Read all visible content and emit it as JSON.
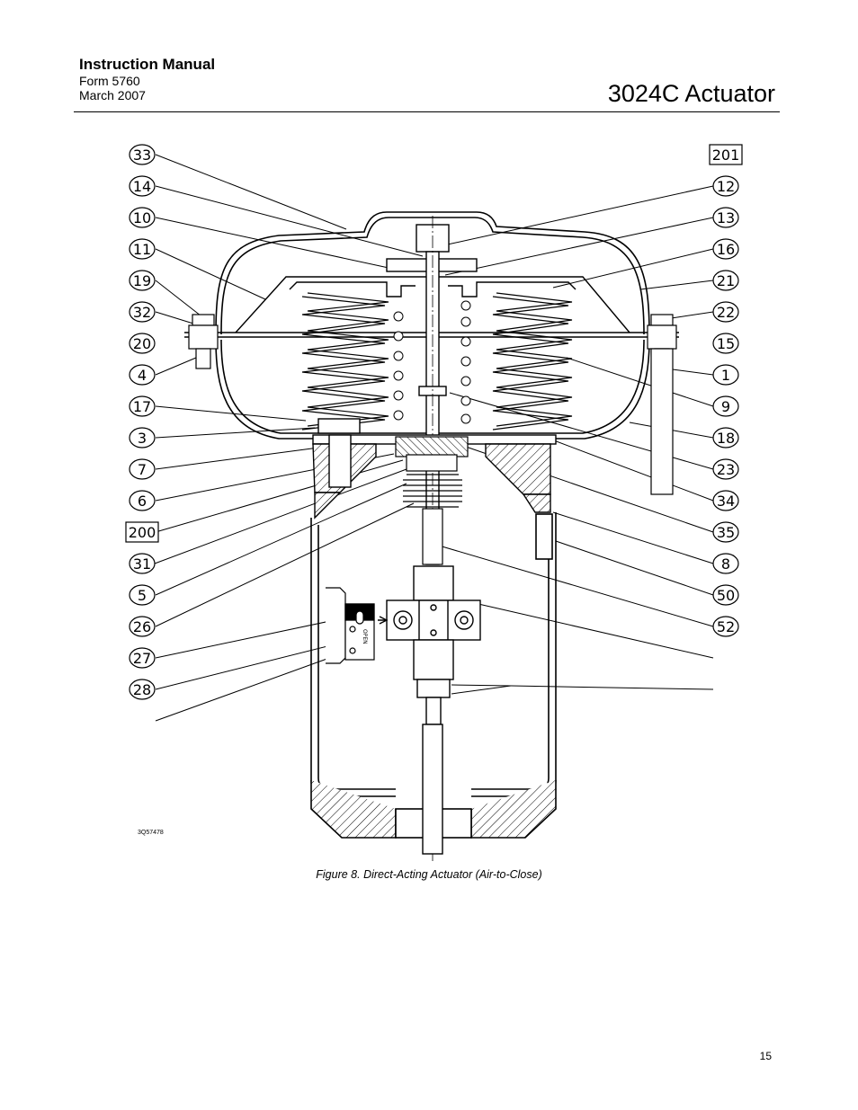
{
  "header": {
    "manual_title": "Instruction Manual",
    "form_number": "Form 5760",
    "date": "March 2007",
    "document_title": "3024C Actuator"
  },
  "figure": {
    "left_callouts": [
      {
        "label": "33",
        "boxed": false
      },
      {
        "label": "14",
        "boxed": false
      },
      {
        "label": "10",
        "boxed": false
      },
      {
        "label": "11",
        "boxed": false
      },
      {
        "label": "19",
        "boxed": false
      },
      {
        "label": "32",
        "boxed": false
      },
      {
        "label": "20",
        "boxed": false
      },
      {
        "label": "4",
        "boxed": false
      },
      {
        "label": "17",
        "boxed": false
      },
      {
        "label": "3",
        "boxed": false
      },
      {
        "label": "7",
        "boxed": false
      },
      {
        "label": "6",
        "boxed": false
      },
      {
        "label": "200",
        "boxed": true
      },
      {
        "label": "31",
        "boxed": false
      },
      {
        "label": "5",
        "boxed": false
      },
      {
        "label": "26",
        "boxed": false
      },
      {
        "label": "27",
        "boxed": false
      },
      {
        "label": "28",
        "boxed": false
      }
    ],
    "right_callouts": [
      {
        "label": "201",
        "boxed": true
      },
      {
        "label": "12",
        "boxed": false
      },
      {
        "label": "13",
        "boxed": false
      },
      {
        "label": "16",
        "boxed": false
      },
      {
        "label": "21",
        "boxed": false
      },
      {
        "label": "22",
        "boxed": false
      },
      {
        "label": "15",
        "boxed": false
      },
      {
        "label": "1",
        "boxed": false
      },
      {
        "label": "9",
        "boxed": false
      },
      {
        "label": "18",
        "boxed": false
      },
      {
        "label": "23",
        "boxed": false
      },
      {
        "label": "34",
        "boxed": false
      },
      {
        "label": "35",
        "boxed": false
      },
      {
        "label": "8",
        "boxed": false
      },
      {
        "label": "50",
        "boxed": false
      },
      {
        "label": "52",
        "boxed": false
      }
    ],
    "plate_text": "OPEN",
    "drawing_number": "3Q57478",
    "caption": "Figure 8. Direct-Acting Actuator (Air-to-Close)"
  },
  "page_number": "15"
}
